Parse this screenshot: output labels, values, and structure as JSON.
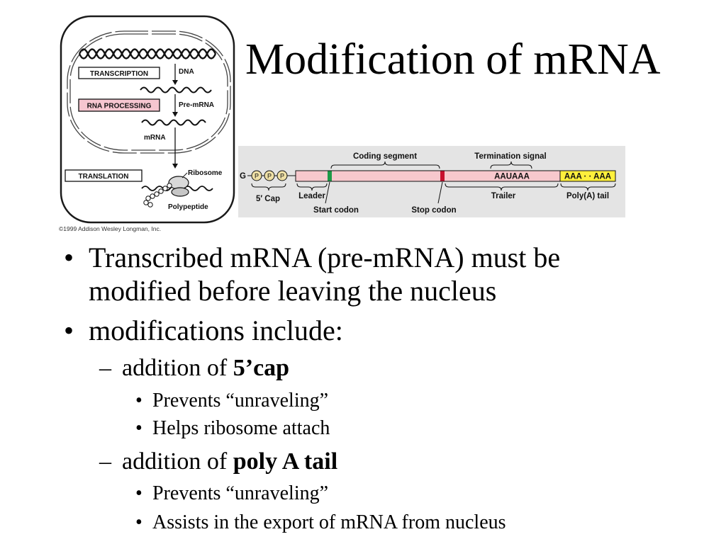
{
  "slide": {
    "title": "Modification of mRNA"
  },
  "cell_diagram": {
    "process_steps": {
      "transcription": "TRANSCRIPTION",
      "rna_processing": "RNA PROCESSING",
      "translation": "TRANSLATION"
    },
    "molecules": {
      "dna": "DNA",
      "pre_mrna": "Pre-mRNA",
      "mrna": "mRNA",
      "ribosome": "Ribosome",
      "polypeptide": "Polypeptide"
    },
    "credit": "©1999 Addison Wesley Longman, Inc.",
    "colors": {
      "rna_processing_highlight": "#f6c6d0"
    }
  },
  "mrna_diagram": {
    "top_labels": {
      "coding_segment": "Coding segment",
      "termination_signal": "Termination signal"
    },
    "cap": {
      "guanine": "G",
      "phosphates": [
        "P",
        "P",
        "P"
      ]
    },
    "sequences": {
      "termination_signal": "AAUAAA",
      "poly_a": "AAA · · AAA"
    },
    "bottom_labels": {
      "five_prime_cap": "5′ Cap",
      "leader": "Leader",
      "start_codon": "Start codon",
      "stop_codon": "Stop codon",
      "trailer": "Trailer",
      "poly_a_tail": "Poly(A) tail"
    },
    "colors": {
      "background": "#e4e4e4",
      "transcript": "#f7c8cd",
      "start_codon": "#1f9a48",
      "stop_codon": "#c8102e",
      "poly_a_tail": "#fff03c",
      "phosphate": "#efe0a6"
    }
  },
  "bullets": {
    "markers": {
      "level1": "•",
      "level2": "–",
      "level3": "•"
    },
    "items": [
      {
        "text": "Transcribed mRNA (pre-mRNA) must be modified before leaving the nucleus"
      },
      {
        "text": "modifications include:",
        "subitems": [
          {
            "text": "addition of ",
            "emphasis": "5’cap",
            "details": [
              "Prevents “unraveling”",
              "Helps ribosome attach"
            ]
          },
          {
            "text": "addition of ",
            "emphasis": "poly A tail",
            "details": [
              "Prevents “unraveling”",
              "Assists in the export of mRNA from nucleus"
            ]
          }
        ]
      }
    ]
  }
}
